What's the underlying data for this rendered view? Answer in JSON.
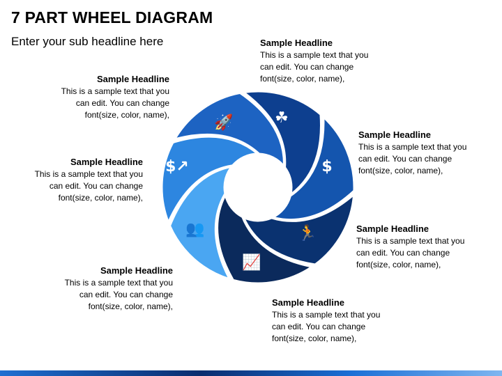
{
  "title": "7 PART WHEEL DIAGRAM",
  "subtitle": "Enter your sub headline here",
  "callouts": [
    {
      "headline": "Sample Headline",
      "line1": "This is a sample text that you",
      "line2": "can edit. You can change",
      "line3": "font(size, color, name),"
    },
    {
      "headline": "Sample Headline",
      "line1": "This is a sample text that you",
      "line2": "can edit. You can change",
      "line3": "font(size, color, name),"
    },
    {
      "headline": "Sample Headline",
      "line1": "This is a sample text that you",
      "line2": "can edit. You can change",
      "line3": "font(size, color, name),"
    },
    {
      "headline": "Sample Headline",
      "line1": "This is a sample text that you",
      "line2": "can edit. You can change",
      "line3": "font(size, color, name),"
    },
    {
      "headline": "Sample Headline",
      "line1": "This is a sample text that you",
      "line2": "can edit. You can change",
      "line3": "font(size, color, name),"
    },
    {
      "headline": "Sample Headline",
      "line1": "This is a sample text that you",
      "line2": "can edit. You can change",
      "line3": "font(size, color, name),"
    },
    {
      "headline": "Sample Headline",
      "line1": "This is a sample text that you",
      "line2": "can edit. You can change",
      "line3": "font(size, color, name),"
    }
  ],
  "segments": [
    {
      "icon": "rocket-icon",
      "color": "#1d63c2"
    },
    {
      "icon": "plant-building-icon",
      "color": "#0d3f8f"
    },
    {
      "icon": "businessman-money-icon",
      "color": "#1455ae"
    },
    {
      "icon": "hurdle-runner-icon",
      "color": "#0a3270"
    },
    {
      "icon": "presentation-icon",
      "color": "#0b2a5c"
    },
    {
      "icon": "team-puzzle-icon",
      "color": "#4aa6f2"
    },
    {
      "icon": "growth-dollar-icon",
      "color": "#2d86e0"
    }
  ],
  "colors": {
    "accent": "#0d3f8f",
    "bar": "#1f6fd1"
  }
}
